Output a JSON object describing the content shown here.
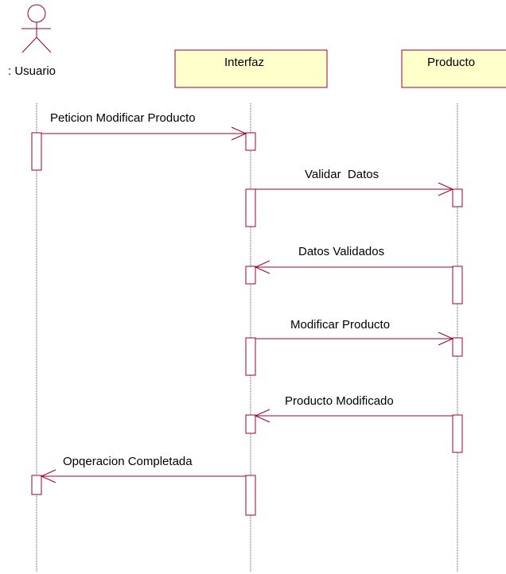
{
  "colors": {
    "line": "#990033",
    "object_fill": "#ffffcc",
    "lifeline": "#555555"
  },
  "participants": {
    "actor": {
      "label": ": Usuario",
      "icon": "stick-figure-actor-icon"
    },
    "interfaz": {
      "label": "Interfaz"
    },
    "producto": {
      "label": "Producto"
    }
  },
  "messages": [
    {
      "label": "Peticion Modificar Producto",
      "from": "actor",
      "to": "interfaz"
    },
    {
      "label": "Validar  Datos",
      "from": "interfaz",
      "to": "producto"
    },
    {
      "label": "Datos Validados",
      "from": "producto",
      "to": "interfaz"
    },
    {
      "label": "Modificar Producto",
      "from": "interfaz",
      "to": "producto"
    },
    {
      "label": "Producto Modificado",
      "from": "producto",
      "to": "interfaz"
    },
    {
      "label": "Opqeracion Completada",
      "from": "interfaz",
      "to": "actor"
    }
  ]
}
